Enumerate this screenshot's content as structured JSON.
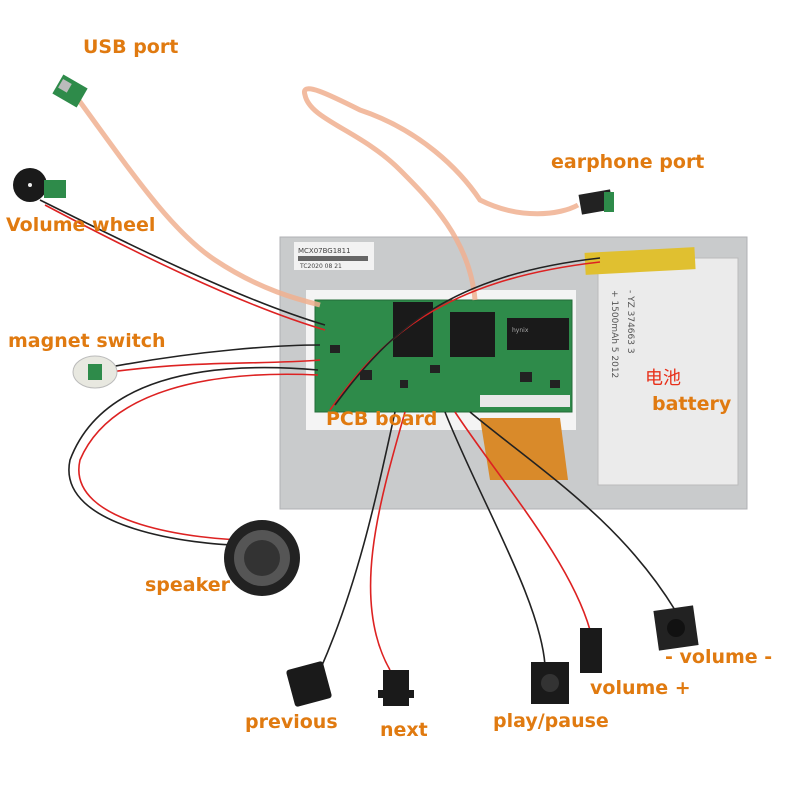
{
  "colors": {
    "label": "#e07a10",
    "chinese_label": "#e8301a",
    "pcb": "#2e8b4a",
    "lcd": "#c9cbcc",
    "battery": "#e8e8e8",
    "battery_tape": "#e0c030",
    "flex_cable": "#d98a2a"
  },
  "labels": {
    "usb_port": "USB port",
    "earphone_port": "earphone port",
    "volume_wheel": "Volume wheel",
    "magnet_switch": "magnet switch",
    "pcb_board": "PCB board",
    "battery_cn": "电池",
    "battery": "battery",
    "speaker": "speaker",
    "previous": "previous",
    "next": "next",
    "play_pause": "play/pause",
    "volume_plus": "volume +",
    "volume_minus": "- volume -"
  },
  "markings": {
    "lcd_sticker_top": "MCX07BG1811",
    "lcd_sticker_bottom": "TC2020 08 21",
    "battery_text_1": "- YZ 374663 3",
    "battery_text_2": "+ 1500mAh 5 2012",
    "chip_text": "hynix"
  }
}
